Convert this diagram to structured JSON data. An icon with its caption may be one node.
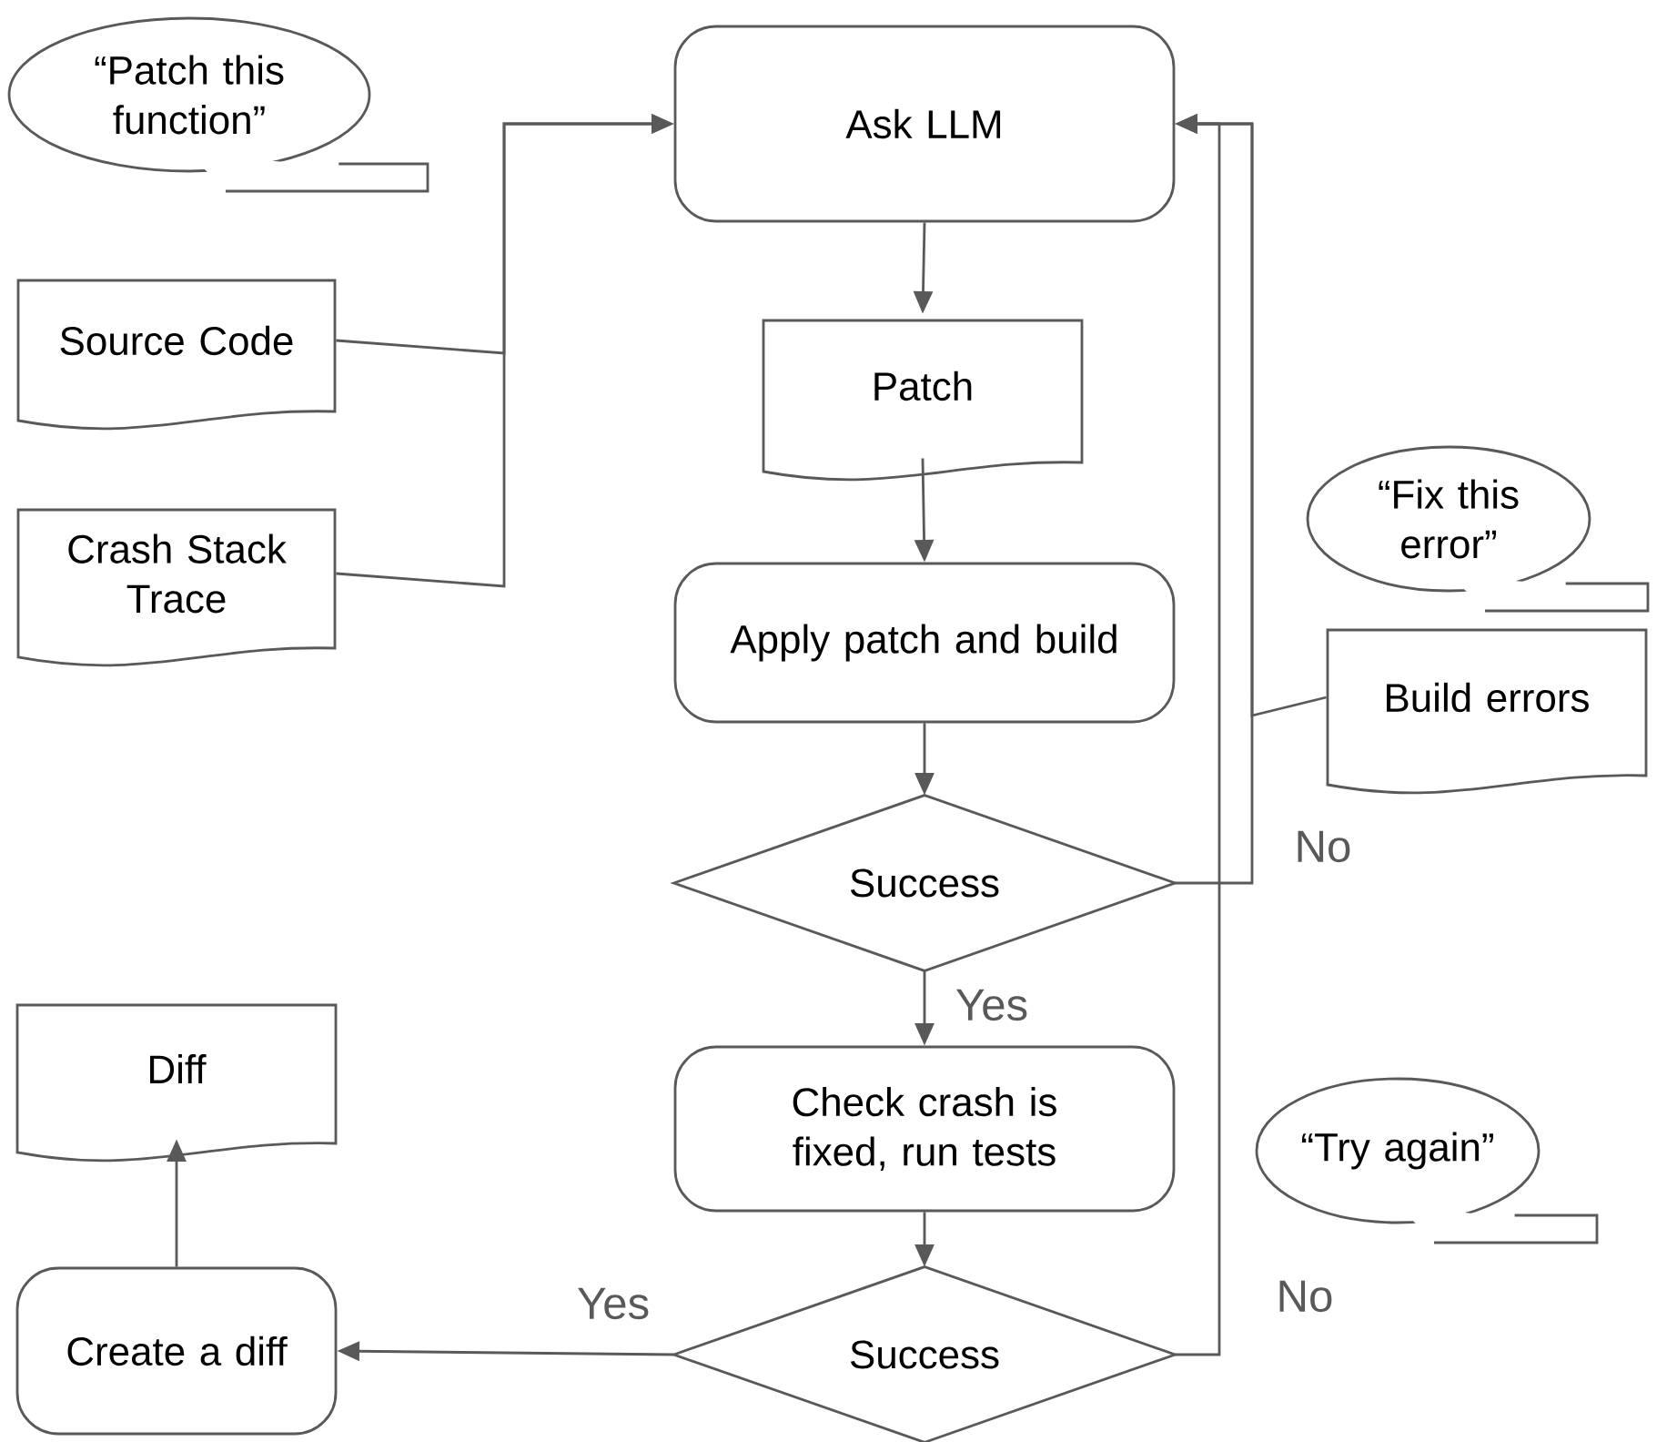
{
  "diagram": {
    "nodes": [
      {
        "text": [
          "“Patch this function”"
        ]
      },
      {
        "text": [
          "Source Code"
        ]
      },
      {
        "text": [
          "Crash Stack Trace"
        ]
      },
      {
        "text": [
          "Ask LLM"
        ]
      },
      {
        "text": [
          "Patch"
        ]
      },
      {
        "text": [
          "Apply patch and build"
        ]
      },
      {
        "text": [
          "Success"
        ]
      },
      {
        "text": [
          "“Fix this error”"
        ]
      },
      {
        "text": [
          "Build errors"
        ]
      },
      {
        "text": [
          "Check crash is fixed, run tests"
        ]
      },
      {
        "text": [
          "“Try again”"
        ]
      },
      {
        "text": [
          "Success"
        ]
      },
      {
        "text": [
          "Diff"
        ]
      },
      {
        "text": [
          "Create a diff"
        ]
      }
    ],
    "edges": [
      {
        "from": 1,
        "to": 3,
        "arrow": "to"
      },
      {
        "from": 2,
        "to": 3,
        "arrow": "to"
      },
      {
        "from": 3,
        "to": 4,
        "arrow": "to"
      },
      {
        "from": 4,
        "to": 5,
        "arrow": "to"
      },
      {
        "from": 5,
        "to": 6,
        "arrow": "to"
      },
      {
        "from": 6,
        "to": 3,
        "arrow": "to",
        "label": "No"
      },
      {
        "from": 8,
        "to": 3,
        "arrow": "to"
      },
      {
        "from": 6,
        "to": 9,
        "arrow": "to",
        "label": "Yes"
      },
      {
        "from": 9,
        "to": 11,
        "arrow": "to"
      },
      {
        "from": 11,
        "to": 3,
        "arrow": "to",
        "label": "No"
      },
      {
        "from": 11,
        "to": 13,
        "arrow": "to",
        "label": "Yes"
      },
      {
        "from": 13,
        "to": 12,
        "arrow": "to"
      }
    ]
  }
}
